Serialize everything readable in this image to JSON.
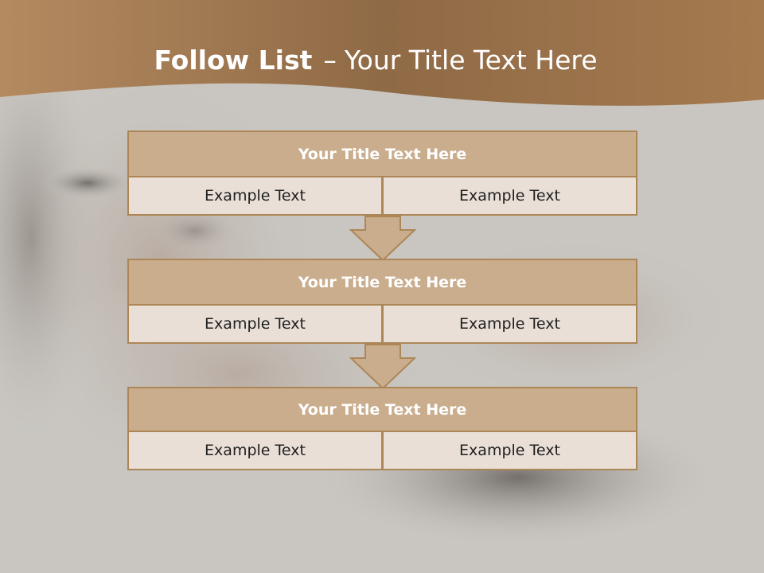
{
  "header": {
    "title_bold": "Follow List",
    "title_separator": "–",
    "title_rest": "Your Title Text Here"
  },
  "steps": [
    {
      "title": "Your Title Text Here",
      "cells": [
        "Example Text",
        "Example Text"
      ]
    },
    {
      "title": "Your Title Text Here",
      "cells": [
        "Example Text",
        "Example Text"
      ]
    },
    {
      "title": "Your Title Text Here",
      "cells": [
        "Example Text",
        "Example Text"
      ]
    }
  ],
  "colors": {
    "header_band": "#9c7048",
    "block_title": "#c9ad8d",
    "block_cell": "#e9dfd6",
    "border": "#ad8658",
    "arrow_fill": "#c9ad8d",
    "background": "#c9c6c1"
  },
  "background_image": "faded-portrait-photo"
}
